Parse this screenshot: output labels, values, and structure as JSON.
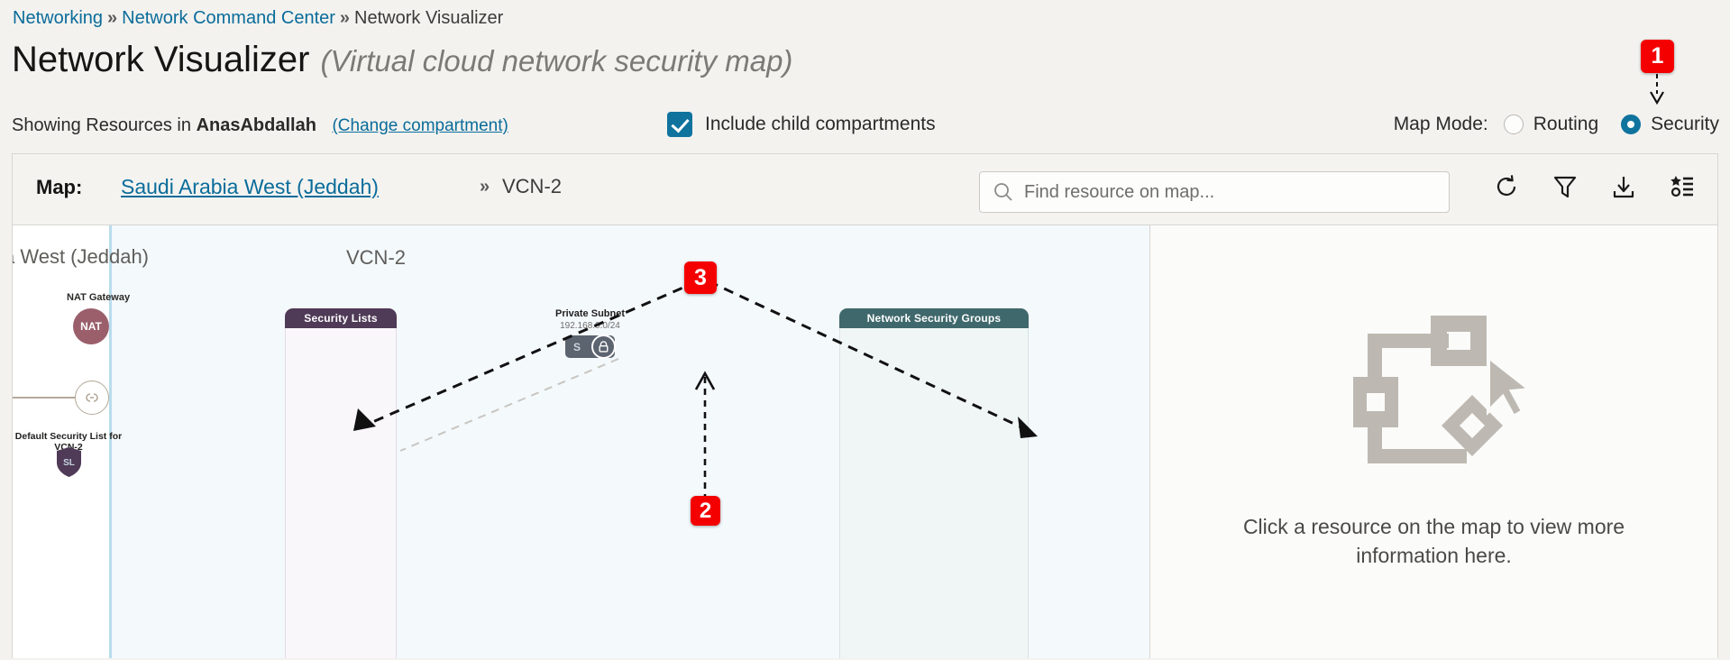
{
  "breadcrumb": {
    "items": [
      {
        "label": "Networking",
        "link": true
      },
      {
        "label": "Network Command Center",
        "link": true
      },
      {
        "label": "Network Visualizer",
        "link": false
      }
    ],
    "separator": "»"
  },
  "header": {
    "title": "Network Visualizer",
    "subtitle": "(Virtual cloud network security map)"
  },
  "controls": {
    "showing_prefix": "Showing Resources in",
    "compartment": "AnasAbdallah",
    "change_compartment_link": "(Change compartment)",
    "include_child_label": "Include child compartments",
    "include_child_checked": true,
    "map_mode_label": "Map Mode:",
    "map_mode_options": [
      "Routing",
      "Security"
    ],
    "map_mode_selected": "Security"
  },
  "toolbar": {
    "map_label": "Map:",
    "region": "Saudi Arabia West (Jeddah)",
    "separator": "»",
    "vcn": "VCN-2",
    "search_placeholder": "Find resource on map...",
    "icons": [
      "refresh-icon",
      "filter-icon",
      "download-icon",
      "legend-icon"
    ]
  },
  "canvas": {
    "region_name": "a West (Jeddah)",
    "vcn_name": "VCN-2",
    "nat_gateway_label": "NAT Gateway",
    "nat_gateway_badge": "NAT",
    "security_lists_group": "Security Lists",
    "security_list_name": "Default Security List for VCN-2",
    "security_list_badge": "SL",
    "nsg_group": "Network Security Groups",
    "subnet_name": "Private Subnet",
    "subnet_cidr": "192.168.0.0/24",
    "subnet_badge": "S"
  },
  "detail_panel": {
    "empty_text": "Click a resource on the map to view more information here."
  },
  "annotations": [
    {
      "id": "1",
      "target": "security-map-mode-radio"
    },
    {
      "id": "2",
      "target": "private-subnet-node"
    },
    {
      "id": "3",
      "target": "subnet-security-associations"
    }
  ],
  "colors": {
    "link": "#0a6c9a",
    "accent": "#10739e",
    "annotation": "#f50000",
    "security_list_header": "#4f3a57",
    "nsg_header": "#3f686c",
    "nat": "#9b5f6c"
  }
}
